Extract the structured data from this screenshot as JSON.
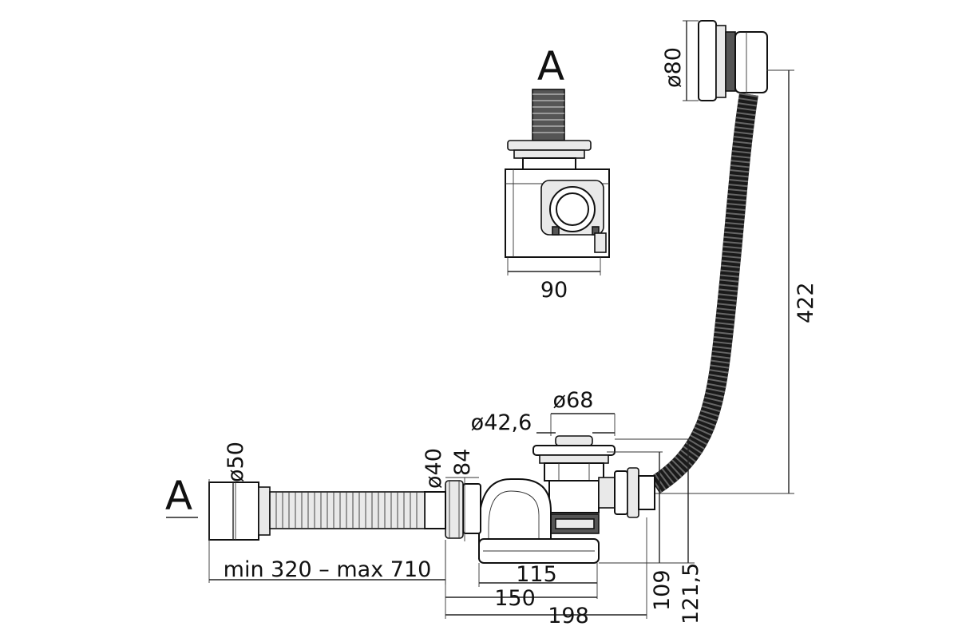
{
  "diagram": {
    "view_labels": {
      "section_a_top": "A",
      "section_a_side": "A"
    },
    "dimensions": {
      "overflow_diameter": "ø80",
      "height_422": "422",
      "width_90": "90",
      "drain_diameter_68": "ø68",
      "drain_diameter_42_6": "ø42,6",
      "outlet_diameter_40": "ø40",
      "height_84": "84",
      "outlet_diameter_50": "ø50",
      "length_range": "min 320 – max 710",
      "length_115": "115",
      "length_150": "150",
      "length_198": "198",
      "height_109": "109",
      "height_121_5": "121,5"
    }
  }
}
